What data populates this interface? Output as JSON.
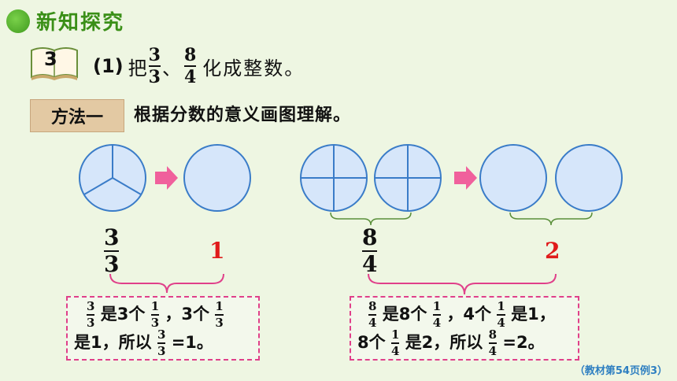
{
  "header": {
    "title": "新知探究"
  },
  "problem": {
    "number": "3",
    "part": "(1)",
    "prefix": "把",
    "frac1": {
      "num": "3",
      "den": "3"
    },
    "separator": "、",
    "frac2": {
      "num": "8",
      "den": "4"
    },
    "suffix": "化成整数。"
  },
  "method": {
    "label": "方法一",
    "description": "根据分数的意义画图理解。"
  },
  "left_example": {
    "fraction": {
      "num": "3",
      "den": "3"
    },
    "result": "1",
    "note_line1": {
      "a": "是3个",
      "b": "，3个"
    },
    "note_line2": {
      "a": "是1，所以",
      "b": "=1。"
    },
    "unit_fraction": {
      "num": "1",
      "den": "3"
    }
  },
  "right_example": {
    "fraction": {
      "num": "8",
      "den": "4"
    },
    "result": "2",
    "note_line1": {
      "a": "是8个",
      "b": "，4个",
      "c": "是1，"
    },
    "note_line2": {
      "a": "8个",
      "b": "是2，所以",
      "c": "=2。"
    },
    "unit_fraction": {
      "num": "1",
      "den": "4"
    }
  },
  "citation": "（教材第54页例3）",
  "colors": {
    "circle_fill": "#d6e6fa",
    "circle_stroke": "#3a7cc8",
    "arrow": "#f0609c",
    "brace": "#e0408a",
    "result": "#e01b1b",
    "title": "#3a8f17"
  }
}
